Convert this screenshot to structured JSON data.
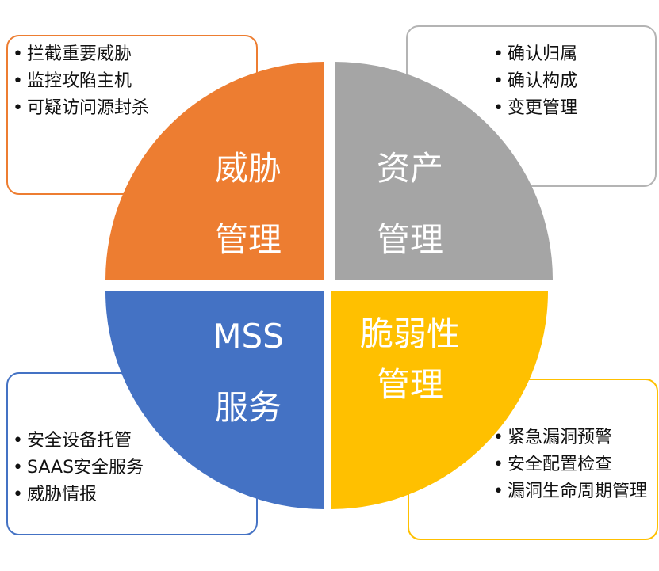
{
  "quadrants": {
    "threat": {
      "title": "威胁\n管理",
      "color": "#ed7d31",
      "items": [
        "拦截重要威胁",
        "监控攻陷主机",
        "可疑访问源封杀"
      ]
    },
    "asset": {
      "title": "资产\n管理",
      "color": "#a5a5a5",
      "items": [
        "确认归属",
        "确认构成",
        "变更管理"
      ]
    },
    "mss": {
      "title": "MSS\n服务",
      "color": "#4472c4",
      "items": [
        "安全设备托管",
        "SAAS安全服务",
        "威胁情报"
      ]
    },
    "vulnerability": {
      "title": "脆弱性\n管理",
      "color": "#ffc000",
      "items": [
        "紧急漏洞预警",
        "安全配置检查",
        "漏洞生命周期管理"
      ]
    }
  }
}
